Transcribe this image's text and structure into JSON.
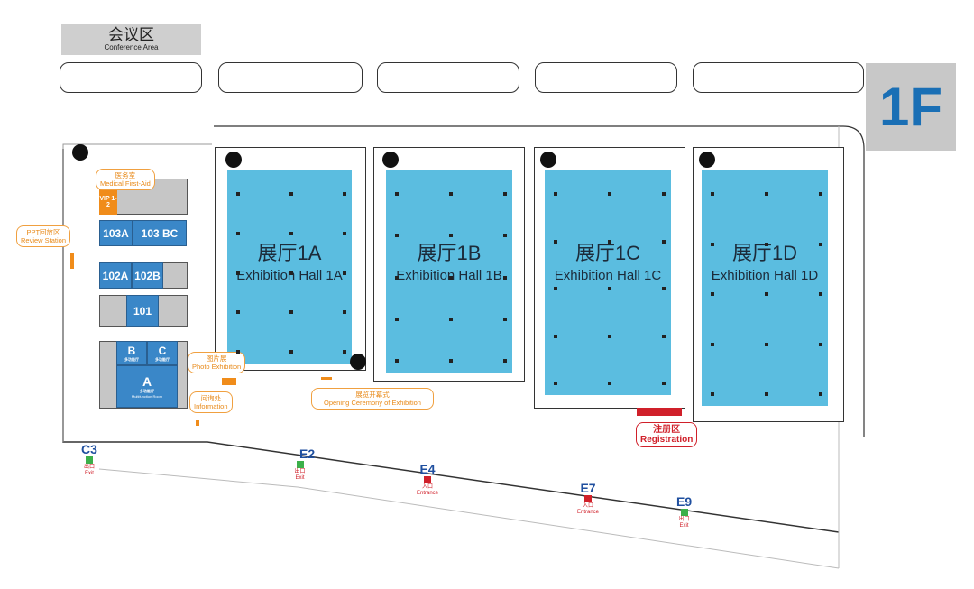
{
  "conference": {
    "zh": "会议区",
    "en": "Conference Area"
  },
  "floor": "1F",
  "halls": [
    {
      "zh": "展厅1A",
      "en": "Exhibition Hall 1A"
    },
    {
      "zh": "展厅1B",
      "en": "Exhibition Hall 1B"
    },
    {
      "zh": "展厅1C",
      "en": "Exhibition Hall 1C"
    },
    {
      "zh": "展厅1D",
      "en": "Exhibition Hall 1D"
    }
  ],
  "rooms": {
    "vip": "VIP 1-2",
    "r103a": "103A",
    "r103bc": "103 BC",
    "r102a": "102A",
    "r102b": "102B",
    "r101": "101",
    "b": "B",
    "c": "C",
    "a": "A",
    "multi_zh": "多功能厅",
    "multi_en": "Multifunction Room"
  },
  "callouts": {
    "medical": {
      "zh": "医务室",
      "en": "Medical First-Aid"
    },
    "ppt": {
      "zh": "PPT回放区",
      "en": "Review Station"
    },
    "photo": {
      "zh": "图片展",
      "en": "Photo Exhibition"
    },
    "info": {
      "zh": "问询处",
      "en": "Information"
    },
    "ceremony": {
      "zh": "展览开幕式",
      "en": "Opening Ceremony of Exhibition"
    },
    "registration": {
      "zh": "注册区",
      "en": "Registration"
    }
  },
  "gates": [
    {
      "id": "C3",
      "zh": "出口",
      "en": "Exit",
      "type": "exit"
    },
    {
      "id": "E2",
      "zh": "出口",
      "en": "Exit",
      "type": "exit"
    },
    {
      "id": "E4",
      "zh": "入口",
      "en": "Entrance",
      "type": "entrance"
    },
    {
      "id": "E7",
      "zh": "入口",
      "en": "Entrance",
      "type": "entrance"
    },
    {
      "id": "E9",
      "zh": "出口",
      "en": "Exit",
      "type": "exit"
    }
  ],
  "colors": {
    "hall": "#5bbde0",
    "room": "#3a87c8",
    "callout": "#f0a040",
    "registration": "#d0202a",
    "floor_text": "#1a6fb5"
  }
}
